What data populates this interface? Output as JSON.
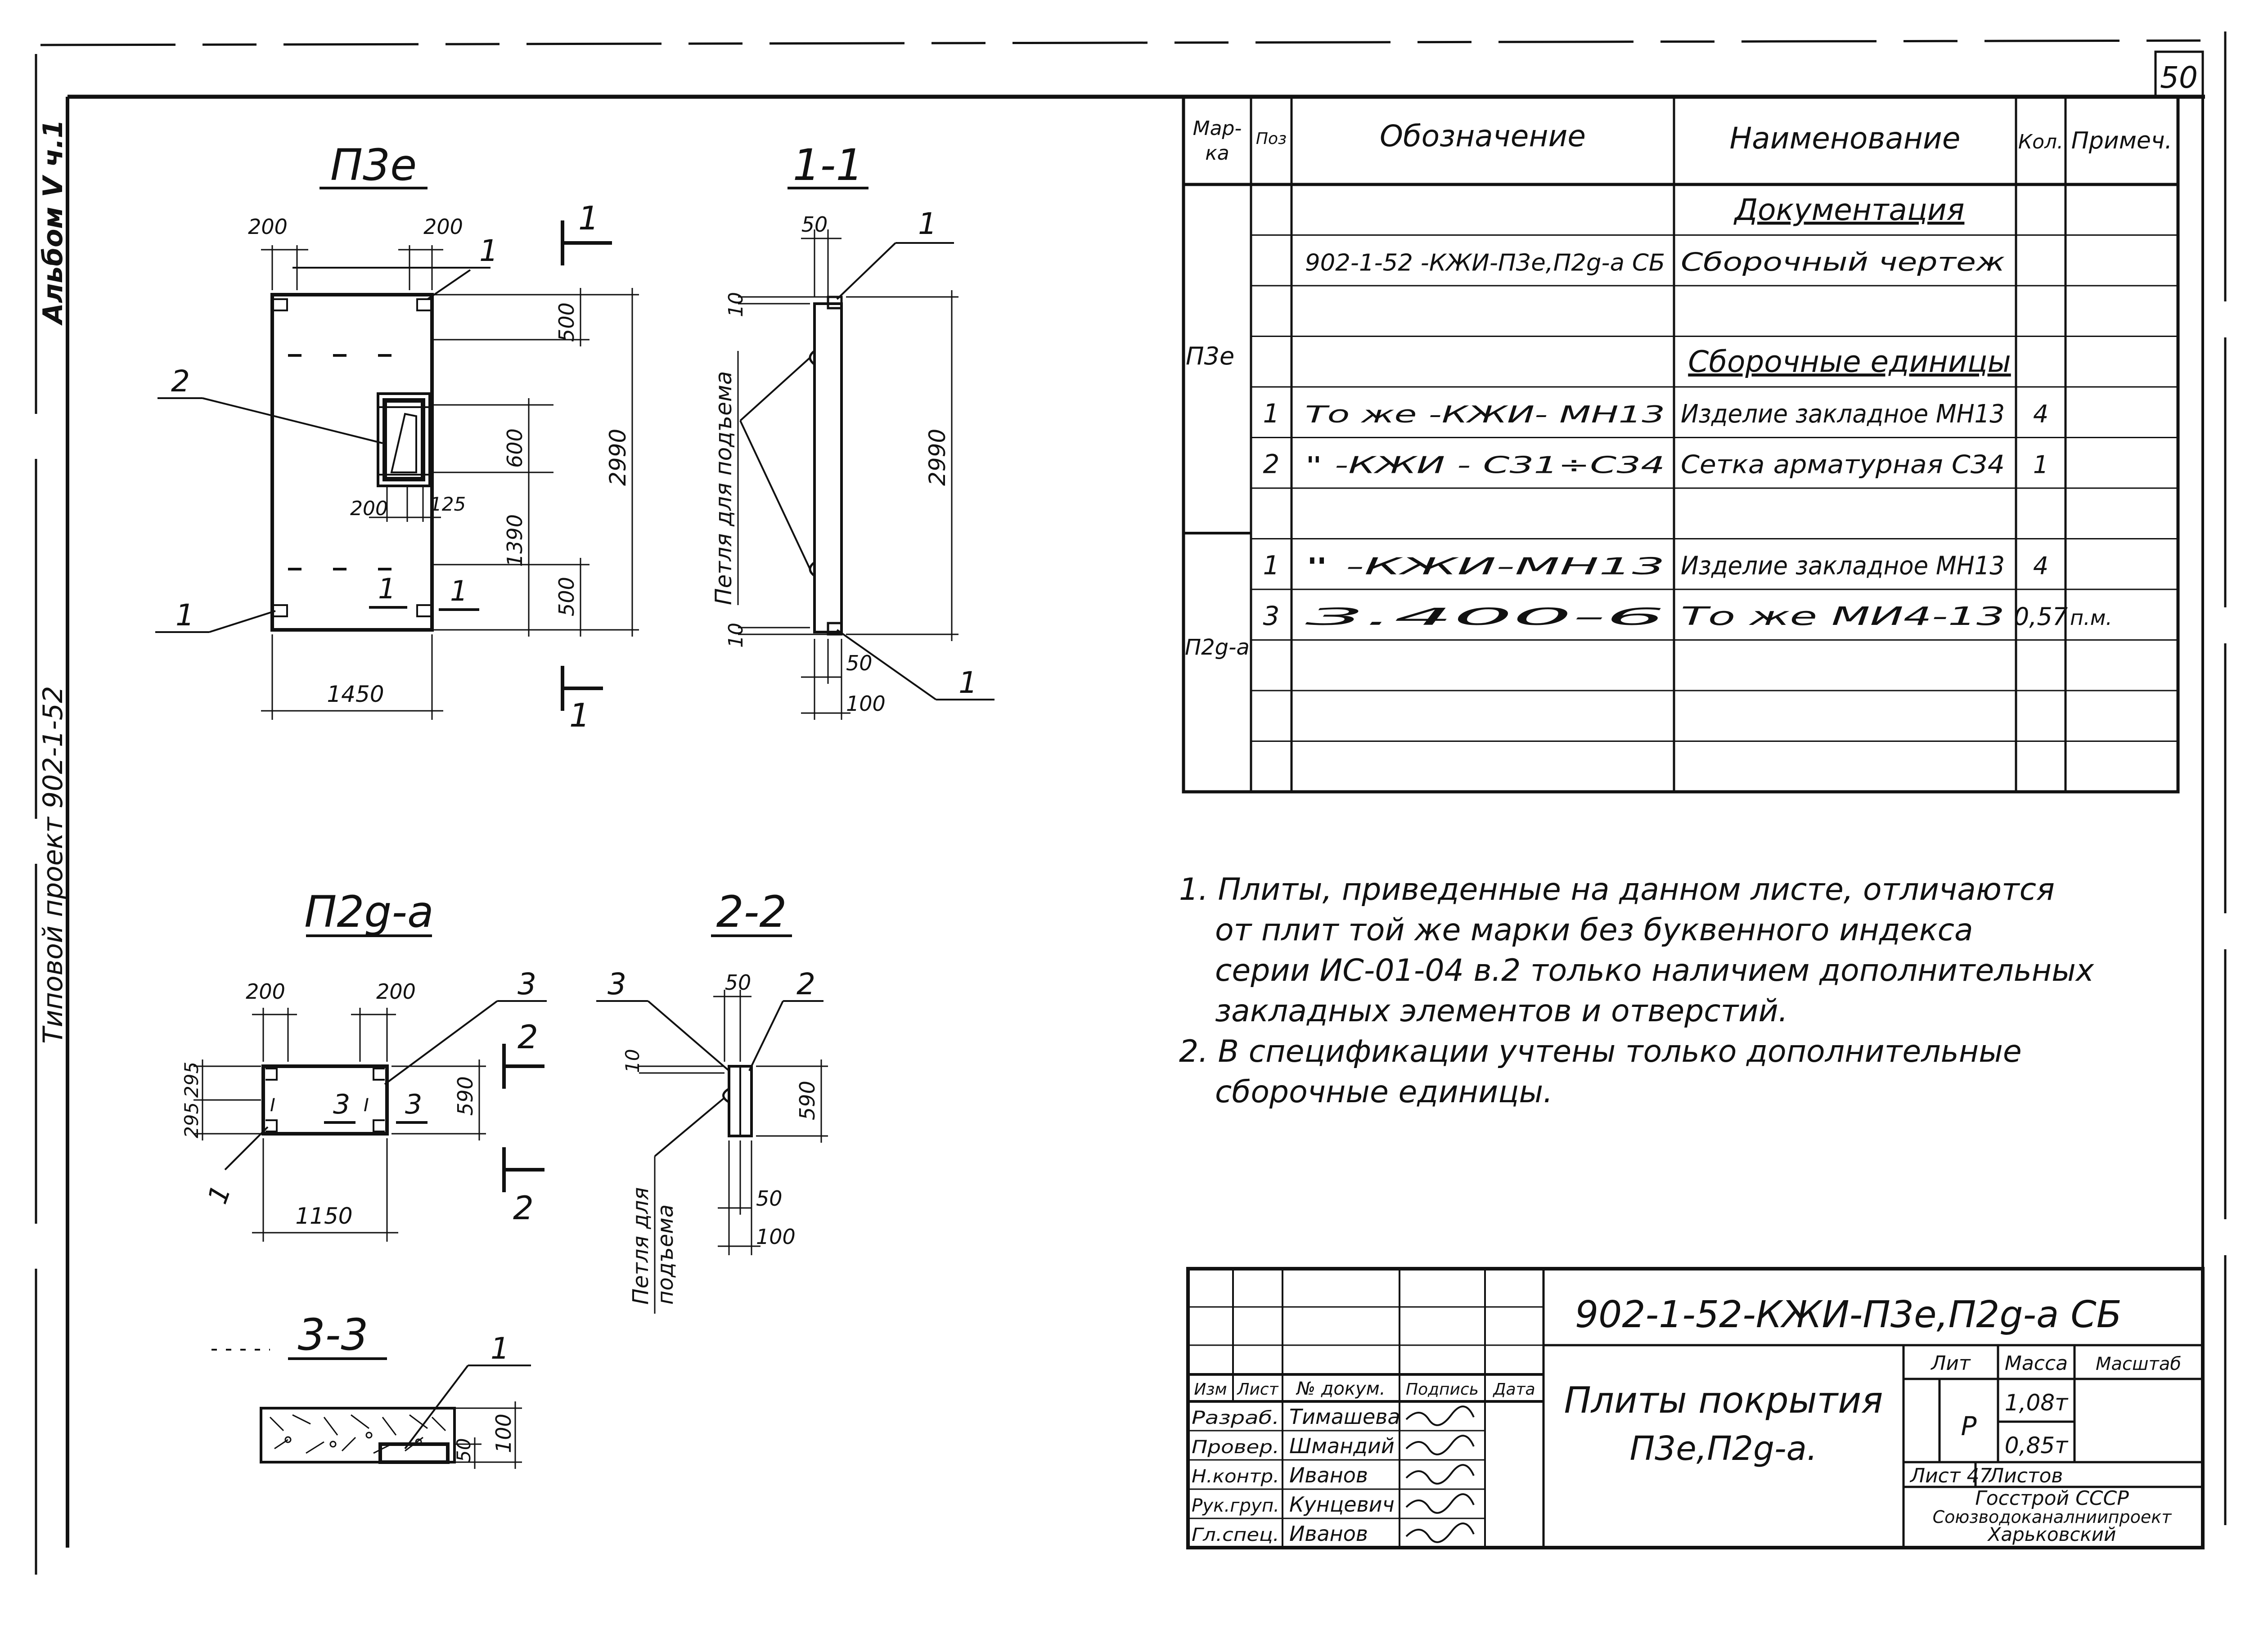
{
  "sheet": {
    "page_number": "50",
    "side_album": "Альбом V ч.1",
    "side_project": "Типовой проект 902-1-52"
  },
  "views": {
    "p3e_title": "П3е",
    "sec11_title": "1-1",
    "p2ga_title": "П2g-a",
    "sec22_title": "2-2",
    "sec33_title": "3-3",
    "cut1": "1",
    "cut2": "2",
    "lifting_loop_label": "Петля для подъема",
    "lifting_loop_label_2a": "Петля для",
    "lifting_loop_label_2b": "подъема"
  },
  "dims": {
    "d200": "200",
    "d500": "500",
    "d600": "600",
    "d1390": "1390",
    "d2990": "2990",
    "d125": "125",
    "d1450": "1450",
    "d50": "50",
    "d10": "10",
    "d100": "100",
    "d295": "295",
    "d590": "590",
    "d1150": "1150",
    "pos1": "1",
    "pos2": "2",
    "pos3": "3",
    "mark_i": "I"
  },
  "spec": {
    "headers": [
      "Мар-ка",
      "Поз",
      "Обозначение",
      "Наименование",
      "Кол.",
      "Примеч."
    ],
    "mark_p3e": "П3е",
    "mark_p2ga": "П2g-a",
    "rows": [
      {
        "pos": "",
        "designation": "",
        "name": "Документация",
        "qty": "",
        "note": ""
      },
      {
        "pos": "",
        "designation": "902-1-52 -КЖИ-П3е,П2g-а СБ",
        "name": "Сборочный чертеж",
        "qty": "",
        "note": ""
      },
      {
        "pos": "",
        "designation": "",
        "name": "",
        "qty": "",
        "note": ""
      },
      {
        "pos": "",
        "designation": "",
        "name": "Сборочные единицы",
        "qty": "",
        "note": ""
      },
      {
        "pos": "1",
        "designation": "То же     -КЖИ- МН13",
        "name": "Изделие закладное МН13",
        "qty": "4",
        "note": ""
      },
      {
        "pos": "2",
        "designation": "\"        -КЖИ - С31÷С34",
        "name": "Сетка арматурная С34",
        "qty": "1",
        "note": ""
      },
      {
        "pos": "",
        "designation": "",
        "name": "",
        "qty": "",
        "note": ""
      },
      {
        "pos": "1",
        "designation": "\"        -КЖИ-МН13",
        "name": "Изделие закладное МН13",
        "qty": "4",
        "note": ""
      },
      {
        "pos": "3",
        "designation": "3.400-6",
        "name": "То же        МИ4-13",
        "qty": "0,57",
        "note": "п.м."
      },
      {
        "pos": "",
        "designation": "",
        "name": "",
        "qty": "",
        "note": ""
      },
      {
        "pos": "",
        "designation": "",
        "name": "",
        "qty": "",
        "note": ""
      },
      {
        "pos": "",
        "designation": "",
        "name": "",
        "qty": "",
        "note": ""
      }
    ]
  },
  "notes": [
    "1. Плиты, приведенные на данном листе, отличаются",
    "от плит той же марки без буквенного индекса",
    "серии ИС-01-04 в.2 только наличием дополнительных",
    "закладных элементов и отверстий.",
    "2. В спецификации учтены только дополнительные",
    "сборочные единицы."
  ],
  "title_block": {
    "code": "902-1-52-КЖИ-П3е,П2g-а СБ",
    "title_line1": "Плиты покрытия",
    "title_line2": "П3е,П2g-а.",
    "col_headers": [
      "Изм",
      "Лист",
      "№ докум.",
      "Подпись",
      "Дата"
    ],
    "people": [
      {
        "role": "Разраб.",
        "name": "Тимашева"
      },
      {
        "role": "Провер.",
        "name": "Шмандий"
      },
      {
        "role": "Н.контр.",
        "name": "Иванов"
      },
      {
        "role": "Рук.груп.",
        "name": "Кунцевич"
      },
      {
        "role": "Гл.спец.",
        "name": "Иванов"
      }
    ],
    "lit_label": "Лит",
    "mass_label": "Масса",
    "scale_label": "Масштаб",
    "lit_value": "Р",
    "mass1": "1,08т",
    "mass2": "0,85т",
    "sheet_label": "Лист 47",
    "sheets_label": "Листов",
    "org1": "Госстрой   СССР",
    "org2": "Союзводоканалниипроект",
    "org3": "Харьковский"
  }
}
